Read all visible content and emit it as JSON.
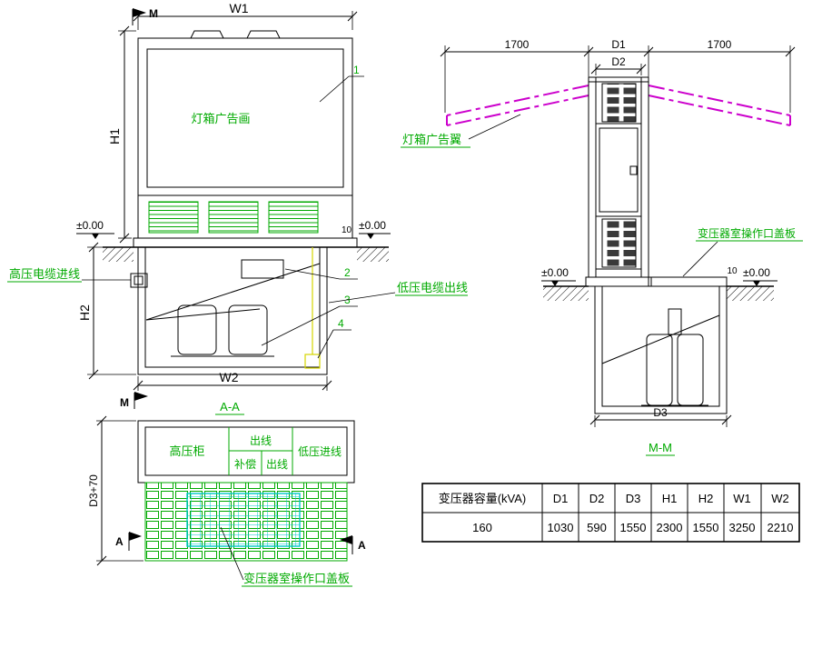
{
  "colors": {
    "label_green": "#00aa00",
    "wing_magenta": "#cc00cc",
    "grid_cyan": "#00c8c8",
    "cable_yellow": "#d6d600",
    "line_black": "#000000"
  },
  "front_view": {
    "marker_top": "M",
    "marker_bottom": "M",
    "dim_w1": "W1",
    "dim_h1": "H1",
    "dim_h2": "H2",
    "dim_w2": "W2",
    "dim_plate_thickness": "10",
    "level_left": "±0.00",
    "level_right": "±0.00",
    "billboard_label": "灯箱广告画",
    "hv_cable_label": "高压电缆进线",
    "lv_cable_label": "低压电缆出线",
    "callout_1": "1",
    "callout_2": "2",
    "callout_3": "3",
    "callout_4": "4",
    "section_label": "A-A"
  },
  "plan_view": {
    "hv_cabinet_label": "高压柜",
    "outgoing_top_label": "出线",
    "compensation_label": "补偿",
    "outgoing_bottom_label": "出线",
    "lv_incoming_label": "低压进线",
    "cover_label": "变压器室操作口盖板",
    "dim_d3_70": "D3+70",
    "marker_a_left": "A",
    "marker_a_right": "A"
  },
  "side_view": {
    "dim_1700_left": "1700",
    "dim_d1": "D1",
    "dim_1700_right": "1700",
    "dim_d2": "D2",
    "dim_d3": "D3",
    "dim_plate_thickness": "10",
    "level_left": "±0.00",
    "level_right": "±0.00",
    "wing_label": "灯箱广告翼",
    "cover_label": "变压器室操作口盖板",
    "section_label": "M-M"
  },
  "spec_table": {
    "capacity_header": "变压器容量(kVA)",
    "capacity_value": "160",
    "headers": [
      "D1",
      "D2",
      "D3",
      "H1",
      "H2",
      "W1",
      "W2"
    ],
    "values": [
      "1030",
      "590",
      "1550",
      "2300",
      "1550",
      "3250",
      "2210"
    ]
  }
}
